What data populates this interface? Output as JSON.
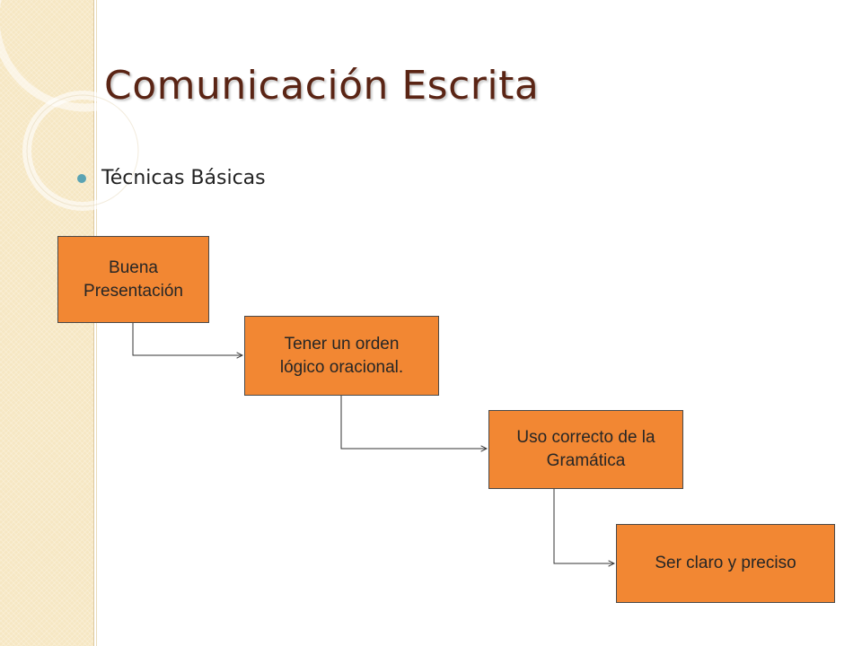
{
  "slide": {
    "title": "Comunicación Escrita",
    "bullet": "Técnicas Básicas"
  },
  "flow": {
    "steps": [
      {
        "line1": "Buena",
        "line2": "Presentación"
      },
      {
        "line1": "Tener un orden",
        "line2": "lógico oracional."
      },
      {
        "line1": "Uso correcto de la",
        "line2": "Gramática"
      },
      {
        "line1": "Ser claro y preciso",
        "line2": ""
      }
    ]
  },
  "colors": {
    "box_fill": "#f28733",
    "title": "#5a2414",
    "bullet": "#5aa3b3",
    "side_band": "#f6e7c3"
  }
}
